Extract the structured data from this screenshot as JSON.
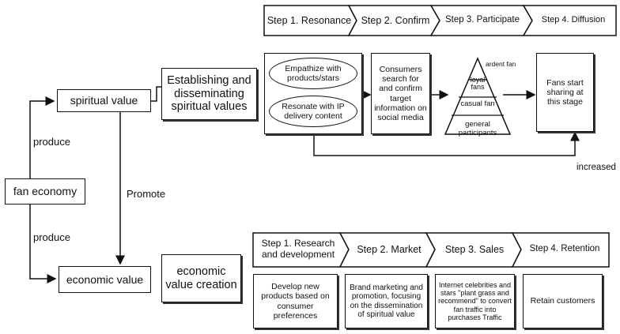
{
  "left": {
    "fan_economy": "fan economy",
    "spiritual_value": "spiritual value",
    "economic_value": "economic value",
    "produce_top": "produce",
    "produce_bottom": "produce",
    "promote": "Promote"
  },
  "spiritual": {
    "heading": "Establishing and disseminating spiritual values",
    "steps": [
      "Step 1. Resonance",
      "Step 2. Confirm",
      "Step 3. Participate",
      "Step 4. Diffusion"
    ],
    "ellipse_1": "Empathize with products/stars",
    "ellipse_2": "Resonate with IP delivery content",
    "confirm_text": "Consumers search for and confirm target information on social media",
    "pyramid": {
      "ardent": "ardent fan",
      "loyal": "loyal fans",
      "casual": "casual fan",
      "general": "general participants"
    },
    "diffusion_text": "Fans start sharing at this stage",
    "increased": "increased"
  },
  "economic": {
    "heading": "economic value creation",
    "steps": [
      "Step 1. Research and development",
      "Step 2. Market",
      "Step 3. Sales",
      "Step 4. Retention"
    ],
    "boxes": [
      "Develop new products based on consumer preferences",
      "Brand marketing and promotion, focusing on the dissemination of spiritual value",
      "Internet celebrities and stars \"plant grass and recommend\" to convert fan traffic into purchases Traffic",
      "Retain customers"
    ]
  }
}
